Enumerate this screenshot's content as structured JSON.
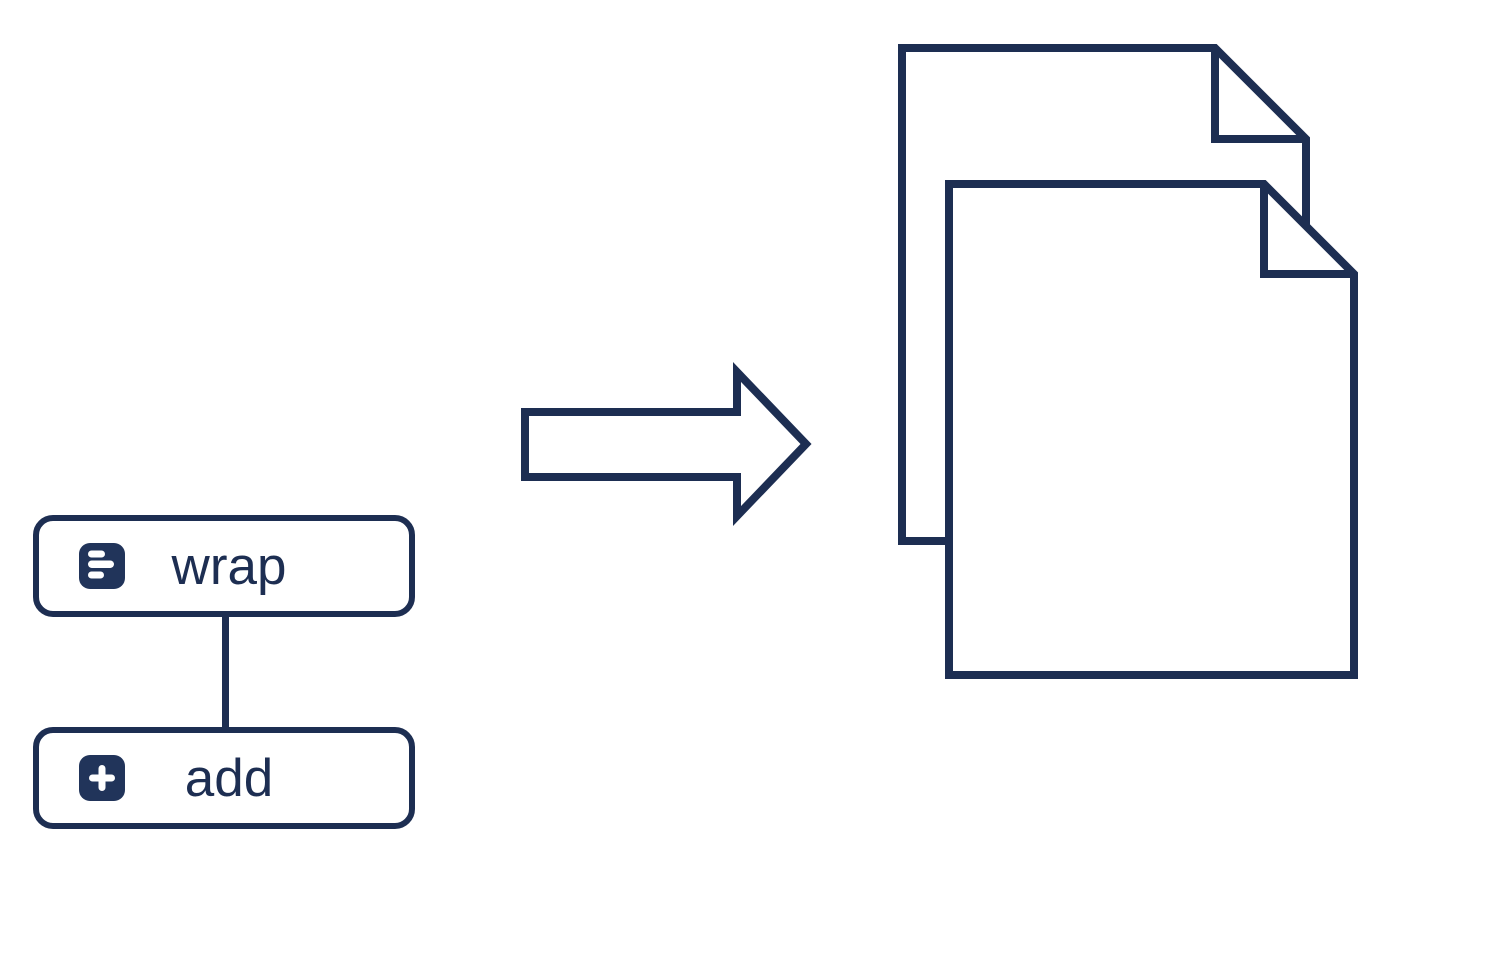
{
  "colors": {
    "ink": "#1d2e52",
    "icon_bg": "#21345a",
    "paper": "#ffffff"
  },
  "flow": {
    "nodes": [
      {
        "id": "wrap",
        "label": "wrap",
        "icon": "notes-icon"
      },
      {
        "id": "add",
        "label": "add",
        "icon": "plus-icon"
      }
    ],
    "edges": [
      {
        "from": "wrap",
        "to": "add"
      }
    ]
  },
  "transform_arrow": {
    "direction": "right"
  },
  "result": {
    "icon": "documents-icon",
    "documents_count": 2
  }
}
